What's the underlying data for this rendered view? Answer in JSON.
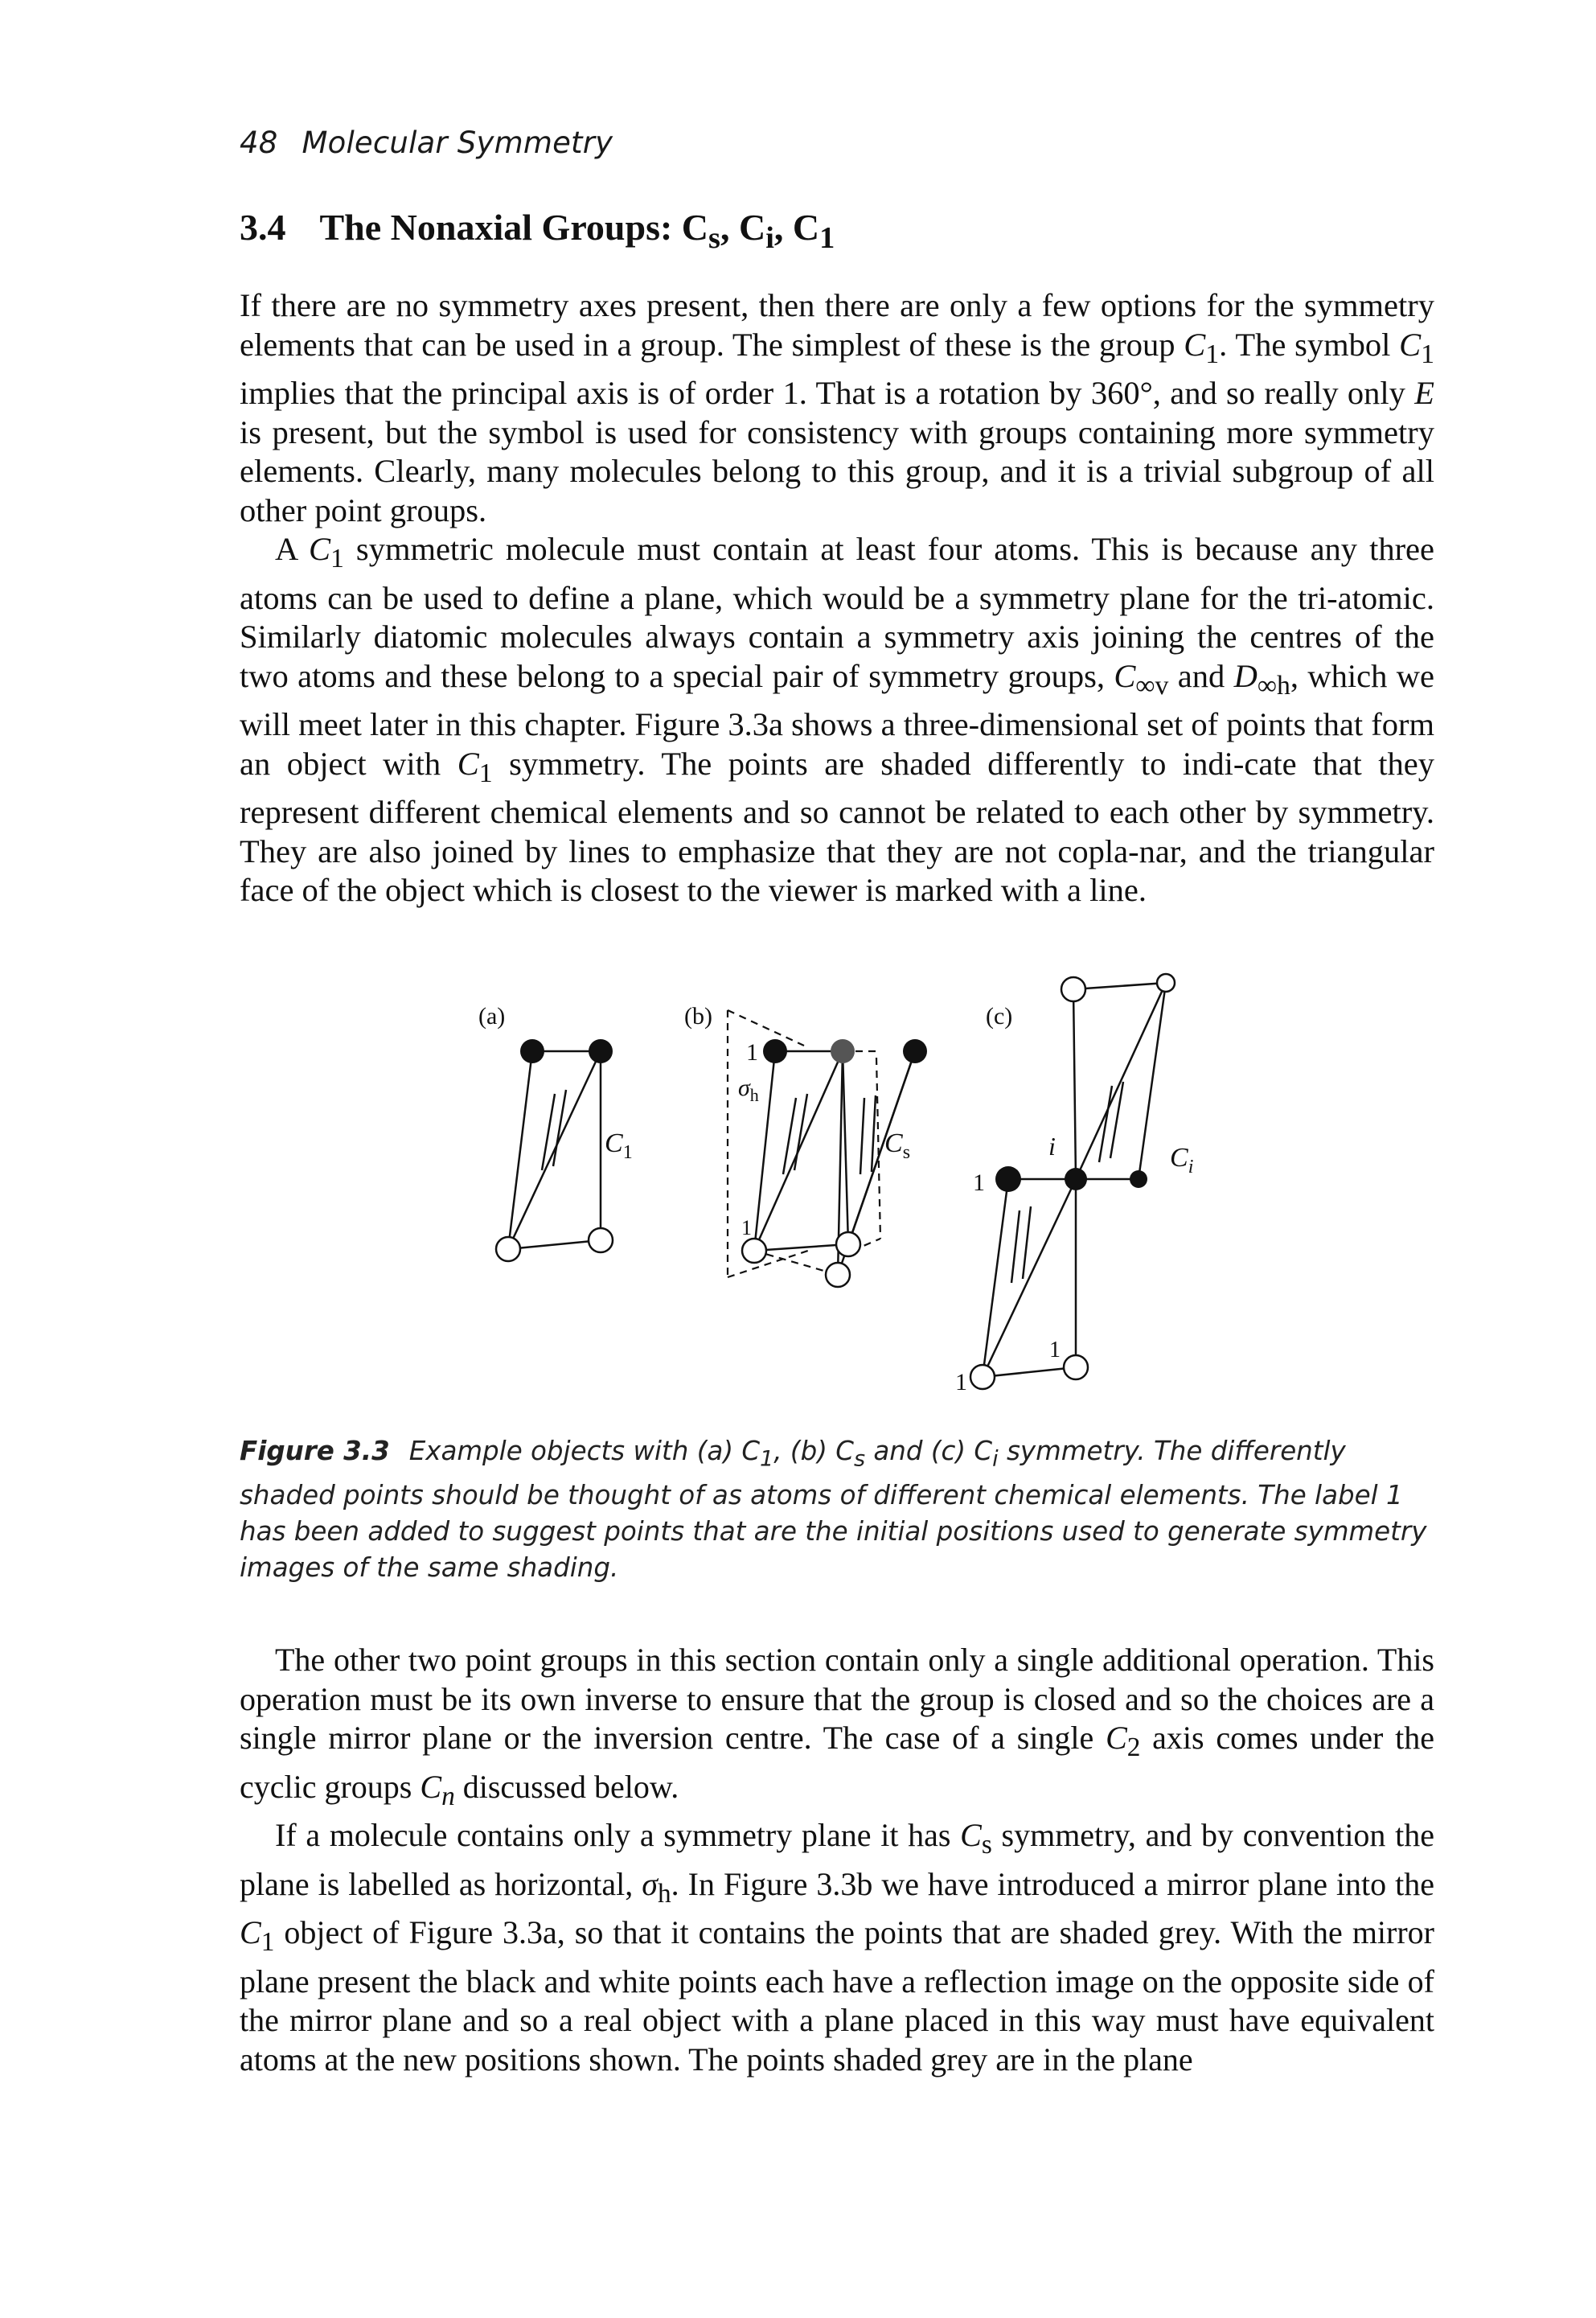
{
  "header": {
    "page_number": "48",
    "running_title": "Molecular Symmetry"
  },
  "section": {
    "number": "3.4",
    "title": "The Nonaxial Groups: C<sub>s</sub>, C<sub>i</sub>, C<sub>1</sub>"
  },
  "paragraphs_top": [
    "If there are no symmetry axes present, then there are only a few options for the symmetry elements that can be used in a group. The simplest of these is the group <i>C</i><sub>1</sub>. The symbol <i>C</i><sub>1</sub> implies that the principal axis is of order 1. That is a rotation by 360°, and so really only <i>E</i> is present, but the symbol is used for consistency with groups containing more symmetry elements. Clearly, many molecules belong to this group, and it is a trivial subgroup of all other point groups.",
    "A <i>C</i><sub>1</sub> symmetric molecule must contain at least four atoms. This is because any three atoms can be used to define a plane, which would be a symmetry plane for the tri-atomic. Similarly diatomic molecules always contain a symmetry axis joining the centres of the two atoms and these belong to a special pair of symmetry groups, <i>C</i><sub>∞v</sub> and <i>D</i><sub>∞h</sub>, which we will meet later in this chapter. Figure 3.3a shows a three-dimensional set of points that form an object with <i>C</i><sub>1</sub> symmetry. The points are shaded differently to indi-cate that they represent different chemical elements and so cannot be related to each other by symmetry. They are also joined by lines to emphasize that they are not copla-nar, and the triangular face of the object which is closest to the viewer is marked with a line."
  ],
  "figure": {
    "panel_a": {
      "label": "(a)",
      "symmetry": "C",
      "sub": "1"
    },
    "panel_b": {
      "label": "(b)",
      "symmetry": "C",
      "sub": "s",
      "plane_symbol": "σ",
      "plane_sub": "h",
      "marker_top": "1",
      "marker_bottom": "1"
    },
    "panel_c": {
      "label": "(c)",
      "symmetry": "C",
      "sub": "i",
      "centre_label": "i",
      "marker_left": "1",
      "marker_bottom_left": "1",
      "marker_bottom_right": "1"
    },
    "caption_label": "Figure 3.3",
    "caption_text": "Example objects with (a) C<sub>1</sub>, (b) C<sub>s</sub> and (c) C<sub>i</sub> symmetry. The differently shaded points should be thought of as atoms of different chemical elements. The label 1 has been added to suggest points that are the initial positions used to generate symmetry images of the same shading."
  },
  "paragraphs_bottom": [
    "The other two point groups in this section contain only a single additional operation. This operation must be its own inverse to ensure that the group is closed and so the choices are a single mirror plane or the inversion centre. The case of a single <i>C</i><sub>2</sub> axis comes under the cyclic groups <i>C</i><sub><i>n</i></sub> discussed below.",
    "If a molecule contains only a symmetry plane it has <i>C</i><sub>s</sub> symmetry, and by convention the plane is labelled as horizontal, <i>σ</i><sub>h</sub>. In Figure 3.3b we have introduced a mirror plane into the <i>C</i><sub>1</sub> object of Figure 3.3a, so that it contains the points that are shaded grey. With the mirror plane present the black and white points each have a reflection image on the opposite side of the mirror plane and so a real object with a plane placed in this way must have equivalent atoms at the new positions shown. The points shaded grey are in the plane"
  ]
}
